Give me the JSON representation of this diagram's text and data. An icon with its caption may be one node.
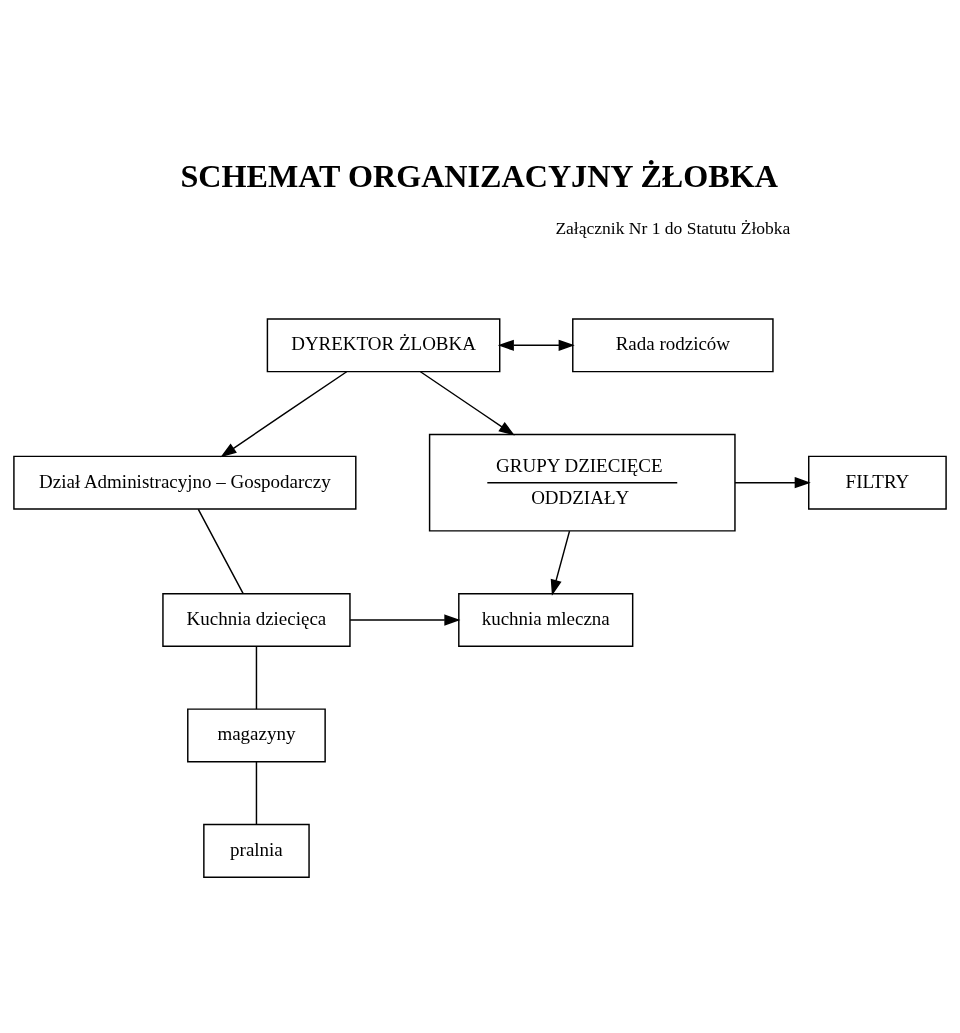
{
  "diagram": {
    "title": "SCHEMAT ORGANIZACYJNY ŻŁOBKA",
    "nodes": [
      {
        "text": [
          "DYREKTOR ŻLOBKA"
        ]
      },
      {
        "text": [
          "Rada rodziców"
        ]
      },
      {
        "text": [
          "Dział Administracyjno – Gospodarczy"
        ]
      },
      {
        "text": [
          "GRUPY DZIECIĘCE",
          "ODDZIAŁY"
        ]
      },
      {
        "text": [
          "FILTRY"
        ]
      },
      {
        "text": [
          "Kuchnia dziecięca"
        ]
      },
      {
        "text": [
          "kuchnia mleczna"
        ]
      },
      {
        "text": [
          "magazyny"
        ]
      },
      {
        "text": [
          "pralnia"
        ]
      }
    ],
    "edges": [
      {
        "from": 0,
        "to": 1,
        "arrow": "both"
      },
      {
        "from": 0,
        "to": 2,
        "arrow": "to"
      },
      {
        "from": 0,
        "to": 3,
        "arrow": "to"
      },
      {
        "from": 3,
        "to": 4,
        "arrow": "to"
      },
      {
        "from": 2,
        "to": 5,
        "arrow": "none"
      },
      {
        "from": 5,
        "to": 6,
        "arrow": "to"
      },
      {
        "from": 3,
        "to": 6,
        "arrow": "to"
      },
      {
        "from": 5,
        "to": 7,
        "arrow": "none"
      },
      {
        "from": 7,
        "to": 8,
        "arrow": "none"
      }
    ],
    "labels": [
      "Załącznik Nr 1 do Statutu Żłobka"
    ]
  }
}
